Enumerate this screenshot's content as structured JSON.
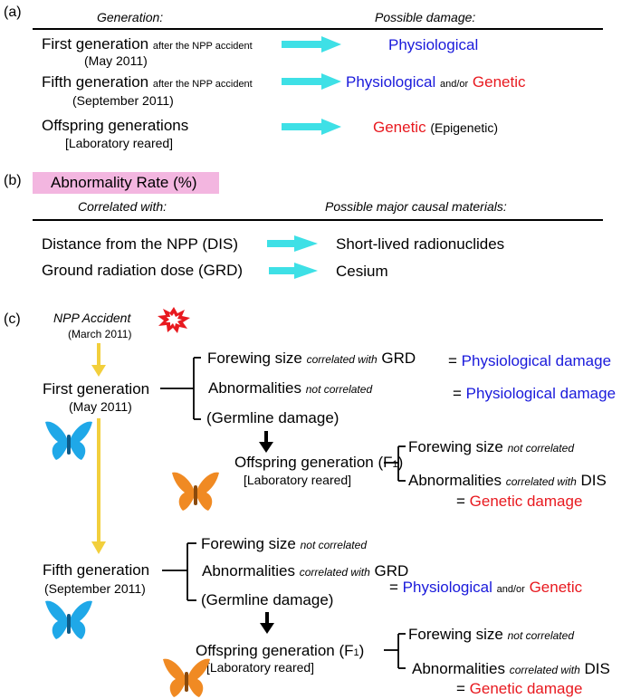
{
  "a": {
    "panel_label": "(a)",
    "col_generation": "Generation:",
    "col_damage": "Possible damage:",
    "row1_main": "First generation",
    "row1_note": "after the NPP accident",
    "row1_date": "(May 2011)",
    "row1_damage": "Physiological",
    "row2_main": "Fifth generation",
    "row2_note": "after the NPP accident",
    "row2_date": "(September 2011)",
    "row2_damage1": "Physiological",
    "row2_andor": "and/or",
    "row2_damage2": "Genetic",
    "row3_main": "Offspring generations",
    "row3_sub": "[Laboratory reared]",
    "row3_damage1": "Genetic",
    "row3_damage2": "(Epigenetic)"
  },
  "b": {
    "panel_label": "(b)",
    "box": "Abnormality Rate (%)",
    "col_correlated": "Correlated with:",
    "col_causal": "Possible major causal materials:",
    "row1_left": "Distance from the NPP (DIS)",
    "row1_right": "Short-lived radionuclides",
    "row2_left": "Ground radiation dose (GRD)",
    "row2_right": "Cesium"
  },
  "c": {
    "panel_label": "(c)",
    "accident": "NPP Accident",
    "accident_date": "(March 2011)",
    "first_gen": "First generation",
    "first_date": "(May 2011)",
    "fw1": "Forewing size",
    "fw1_note": "correlated with",
    "fw1_tail": "GRD",
    "fw1_result_eq": "=",
    "fw1_result": "Physiological damage",
    "ab1": "Abnormalities",
    "ab1_note": "not correlated",
    "ab1_result_eq": "=",
    "ab1_result": "Physiological damage",
    "germ1": "(Germline damage)",
    "off1": "Offspring generation (F",
    "off1_sub": "1",
    "off1_close": ")",
    "off1_lab": "[Laboratory reared]",
    "off1_fw": "Forewing size",
    "off1_fw_note": "not correlated",
    "off1_ab": "Abnormalities",
    "off1_ab_note": "correlated with",
    "off1_ab_tail": "DIS",
    "off1_result_eq": "=",
    "off1_result": "Genetic damage",
    "fifth_gen": "Fifth generation",
    "fifth_date": "(September 2011)",
    "fw5": "Forewing size",
    "fw5_note": "not correlated",
    "ab5": "Abnormalities",
    "ab5_note": "correlated with",
    "ab5_tail": "GRD",
    "germ5": "(Germline damage)",
    "fifth_result_eq": "=",
    "fifth_result1": "Physiological",
    "fifth_andor": "and/or",
    "fifth_result2": "Genetic",
    "off5": "Offspring generation (F",
    "off5_sub": "1",
    "off5_close": ")",
    "off5_lab": "[Laboratory reared]",
    "off5_fw": "Forewing size",
    "off5_fw_note": "not correlated",
    "off5_ab": "Abnormalities",
    "off5_ab_note": "correlated with",
    "off5_ab_tail": "DIS",
    "off5_result_eq": "=",
    "off5_result": "Genetic damage"
  },
  "colors": {
    "blue": "#1a1adb",
    "red": "#e8191f",
    "cyan_arrow": "#3ee0e6",
    "yellow_arrow": "#f2cf3c",
    "pink_box": "#f3b6e0",
    "butterfly_blue": "#1fa8e8",
    "butterfly_orange": "#f08a23",
    "burst": "#e8191f"
  }
}
